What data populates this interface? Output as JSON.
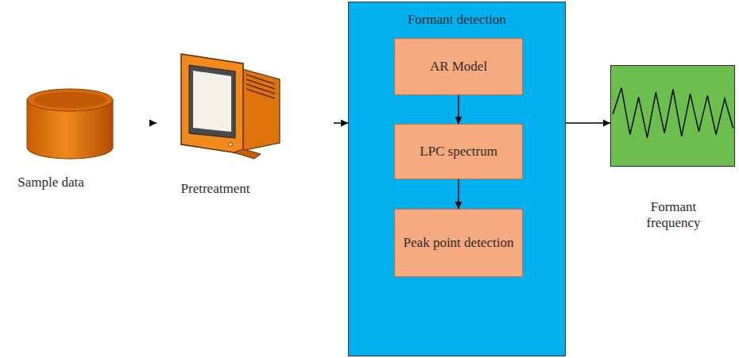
{
  "diagram": {
    "nodes": [
      {
        "text": [
          "Sample data"
        ]
      },
      {
        "text": [
          "Pretreatment"
        ]
      },
      {
        "text": [
          "Formant detection"
        ]
      },
      {
        "text": [
          "AR Model"
        ],
        "in": 2
      },
      {
        "text": [
          "LPC spectrum"
        ],
        "in": 2
      },
      {
        "text": [
          "Peak point detection"
        ],
        "in": 2
      },
      {
        "text": [
          "Formant frequency"
        ]
      }
    ],
    "edges": [
      {
        "from": 0,
        "to": 1,
        "arrow": "to"
      },
      {
        "from": 1,
        "to": 2,
        "arrow": "to"
      },
      {
        "from": 2,
        "to": 6,
        "arrow": "to"
      },
      {
        "from": 3,
        "to": 4,
        "arrow": "to"
      },
      {
        "from": 4,
        "to": 5,
        "arrow": "to"
      }
    ]
  }
}
